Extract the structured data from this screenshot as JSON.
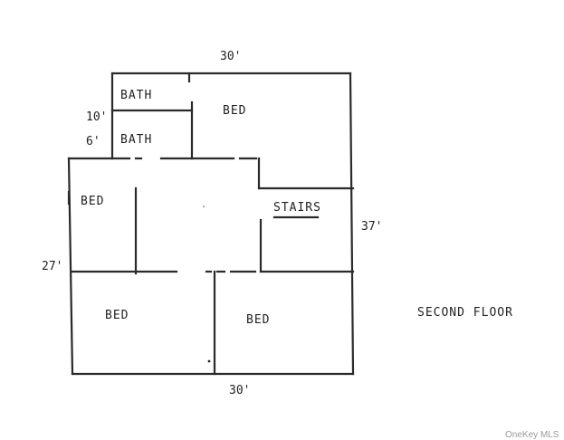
{
  "dimensions": {
    "top": "30'",
    "bottom": "30'",
    "right": "37'",
    "left": "27'",
    "bath_upper": "10'",
    "bath_lower": "6'"
  },
  "rooms": {
    "bath_top": "BATH",
    "bath_bottom": "BATH",
    "bed_top_right": "BED",
    "bed_left": "BED",
    "stairs": "STAIRS",
    "bed_bottom_left": "BED",
    "bed_bottom_right": "BED"
  },
  "floor_label": "SECOND FLOOR",
  "watermark": "OneKey MLS"
}
